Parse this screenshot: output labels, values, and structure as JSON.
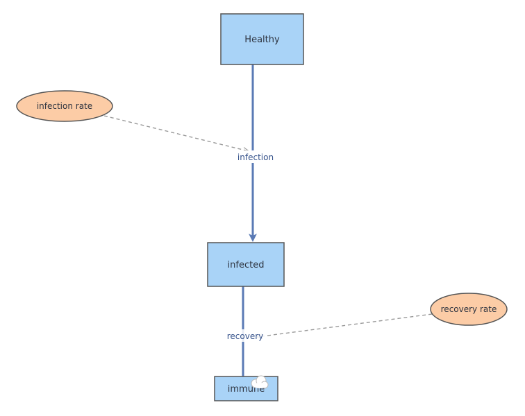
{
  "colors": {
    "stock_fill": "#a9d3f7",
    "stock_stroke": "#555555",
    "variable_fill": "#fccca6",
    "variable_stroke": "#555555",
    "flow_line": "#5a7ab5",
    "flow_label": "#34518a",
    "link_dash": "#999999"
  },
  "stocks": {
    "healthy": "Healthy",
    "infected": "infected",
    "immune": "immune"
  },
  "variables": {
    "infection_rate": "infection rate",
    "recovery_rate": "recovery rate"
  },
  "flows": {
    "infection": "infection",
    "recovery": "recovery"
  },
  "icons": {
    "cloud": "cloud-icon"
  }
}
